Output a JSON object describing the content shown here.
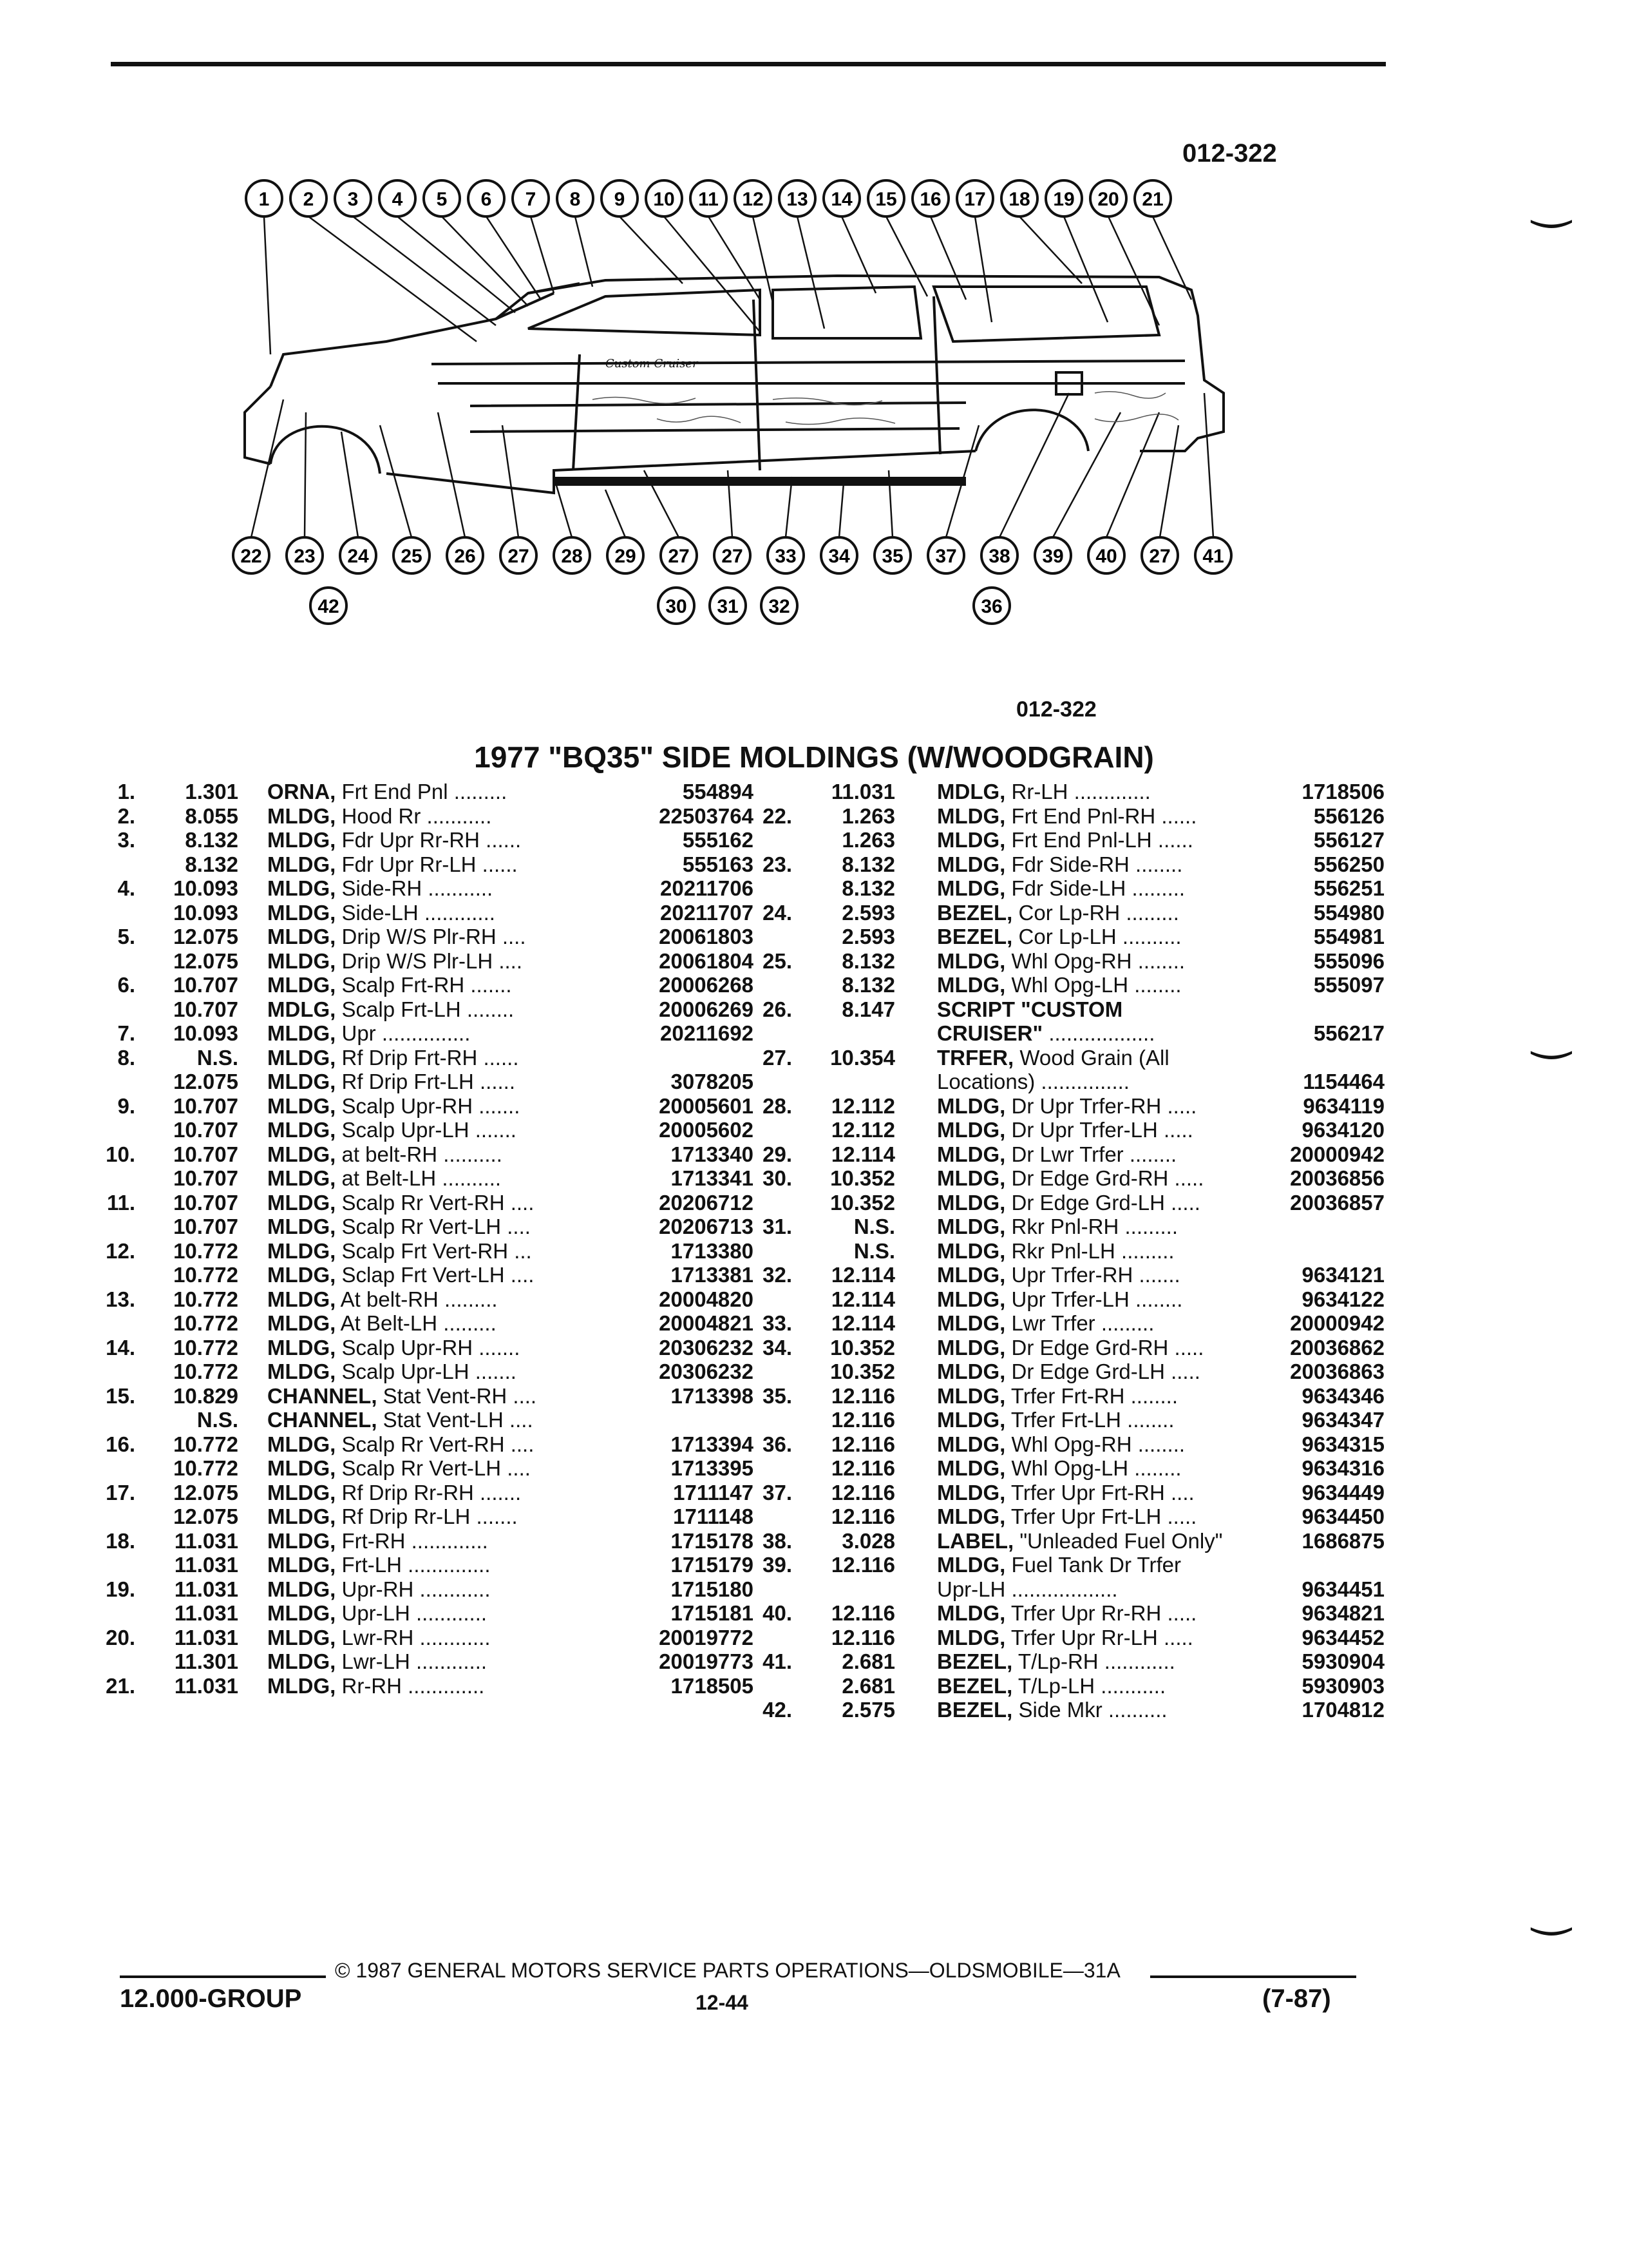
{
  "figure": {
    "code_top": "012-322",
    "code_bottom": "012-322",
    "callouts_top": [
      "1",
      "2",
      "3",
      "4",
      "5",
      "6",
      "7",
      "8",
      "9",
      "10",
      "11",
      "12",
      "13",
      "14",
      "15",
      "16",
      "17",
      "18",
      "19",
      "20",
      "21"
    ],
    "callouts_bottom": [
      "22",
      "23",
      "24",
      "25",
      "26",
      "27",
      "28",
      "29",
      "27",
      "27",
      "33",
      "34",
      "35",
      "37",
      "38",
      "39",
      "40",
      "27",
      "41"
    ],
    "callouts_bottom2": [
      "42",
      "30",
      "31",
      "32",
      "36"
    ],
    "script_text": "Custom Cruiser"
  },
  "title": "1977 \"BQ35\" SIDE MOLDINGS (W/WOODGRAIN)",
  "left_rows": [
    {
      "item": "1.",
      "group": "1.301",
      "name": "ORNA,",
      "rest": " Frt End Pnl .........",
      "pn": "554894"
    },
    {
      "item": "2.",
      "group": "8.055",
      "name": "MLDG,",
      "rest": " Hood Rr ...........",
      "pn": "22503764"
    },
    {
      "item": "3.",
      "group": "8.132",
      "name": "MLDG,",
      "rest": " Fdr Upr Rr-RH ......",
      "pn": "555162"
    },
    {
      "item": "",
      "group": "8.132",
      "name": "MLDG,",
      "rest": " Fdr Upr Rr-LH ......",
      "pn": "555163"
    },
    {
      "item": "4.",
      "group": "10.093",
      "name": "MLDG,",
      "rest": " Side-RH ...........",
      "pn": "20211706"
    },
    {
      "item": "",
      "group": "10.093",
      "name": "MLDG,",
      "rest": " Side-LH ............",
      "pn": "20211707"
    },
    {
      "item": "5.",
      "group": "12.075",
      "name": "MLDG,",
      "rest": " Drip W/S Plr-RH ....",
      "pn": "20061803"
    },
    {
      "item": "",
      "group": "12.075",
      "name": "MLDG,",
      "rest": " Drip W/S Plr-LH ....",
      "pn": "20061804"
    },
    {
      "item": "6.",
      "group": "10.707",
      "name": "MLDG,",
      "rest": " Scalp Frt-RH .......",
      "pn": "20006268"
    },
    {
      "item": "",
      "group": "10.707",
      "name": "MDLG,",
      "rest": " Scalp Frt-LH ........",
      "pn": "20006269"
    },
    {
      "item": "7.",
      "group": "10.093",
      "name": "MLDG,",
      "rest": " Upr ...............",
      "pn": "20211692"
    },
    {
      "item": "8.",
      "group": "N.S.",
      "name": "MLDG,",
      "rest": " Rf Drip Frt-RH ......",
      "pn": ""
    },
    {
      "item": "",
      "group": "12.075",
      "name": "MLDG,",
      "rest": " Rf Drip Frt-LH ......",
      "pn": "3078205"
    },
    {
      "item": "9.",
      "group": "10.707",
      "name": "MLDG,",
      "rest": " Scalp Upr-RH .......",
      "pn": "20005601"
    },
    {
      "item": "",
      "group": "10.707",
      "name": "MLDG,",
      "rest": " Scalp Upr-LH .......",
      "pn": "20005602"
    },
    {
      "item": "10.",
      "group": "10.707",
      "name": "MLDG,",
      "rest": " at belt-RH ..........",
      "pn": "1713340"
    },
    {
      "item": "",
      "group": "10.707",
      "name": "MLDG,",
      "rest": " at Belt-LH ..........",
      "pn": "1713341"
    },
    {
      "item": "11.",
      "group": "10.707",
      "name": "MLDG,",
      "rest": " Scalp Rr Vert-RH ....",
      "pn": "20206712"
    },
    {
      "item": "",
      "group": "10.707",
      "name": "MLDG,",
      "rest": " Scalp Rr Vert-LH ....",
      "pn": "20206713"
    },
    {
      "item": "12.",
      "group": "10.772",
      "name": "MLDG,",
      "rest": " Scalp Frt Vert-RH ...",
      "pn": "1713380"
    },
    {
      "item": "",
      "group": "10.772",
      "name": "MLDG,",
      "rest": " Sclap Frt Vert-LH ....",
      "pn": "1713381"
    },
    {
      "item": "13.",
      "group": "10.772",
      "name": "MLDG,",
      "rest": " At belt-RH .........",
      "pn": "20004820"
    },
    {
      "item": "",
      "group": "10.772",
      "name": "MLDG,",
      "rest": " At Belt-LH .........",
      "pn": "20004821"
    },
    {
      "item": "14.",
      "group": "10.772",
      "name": "MLDG,",
      "rest": " Scalp Upr-RH .......",
      "pn": "20306232"
    },
    {
      "item": "",
      "group": "10.772",
      "name": "MLDG,",
      "rest": " Scalp Upr-LH .......",
      "pn": "20306232"
    },
    {
      "item": "15.",
      "group": "10.829",
      "name": "CHANNEL,",
      "rest": " Stat Vent-RH ....",
      "pn": "1713398"
    },
    {
      "item": "",
      "group": "N.S.",
      "name": "CHANNEL,",
      "rest": " Stat Vent-LH ....",
      "pn": ""
    },
    {
      "item": "16.",
      "group": "10.772",
      "name": "MLDG,",
      "rest": " Scalp Rr Vert-RH ....",
      "pn": "1713394"
    },
    {
      "item": "",
      "group": "10.772",
      "name": "MLDG,",
      "rest": " Scalp Rr Vert-LH ....",
      "pn": "1713395"
    },
    {
      "item": "17.",
      "group": "12.075",
      "name": "MLDG,",
      "rest": " Rf Drip Rr-RH .......",
      "pn": "1711147"
    },
    {
      "item": "",
      "group": "12.075",
      "name": "MLDG,",
      "rest": " Rf Drip Rr-LH .......",
      "pn": "1711148"
    },
    {
      "item": "18.",
      "group": "11.031",
      "name": "MLDG,",
      "rest": " Frt-RH .............",
      "pn": "1715178"
    },
    {
      "item": "",
      "group": "11.031",
      "name": "MLDG,",
      "rest": " Frt-LH ..............",
      "pn": "1715179"
    },
    {
      "item": "19.",
      "group": "11.031",
      "name": "MLDG,",
      "rest": " Upr-RH ............",
      "pn": "1715180"
    },
    {
      "item": "",
      "group": "11.031",
      "name": "MLDG,",
      "rest": " Upr-LH ............",
      "pn": "1715181"
    },
    {
      "item": "20.",
      "group": "11.031",
      "name": "MLDG,",
      "rest": " Lwr-RH ............",
      "pn": "20019772"
    },
    {
      "item": "",
      "group": "11.301",
      "name": "MLDG,",
      "rest": " Lwr-LH ............",
      "pn": "20019773"
    },
    {
      "item": "21.",
      "group": "11.031",
      "name": "MLDG,",
      "rest": " Rr-RH .............",
      "pn": "1718505"
    }
  ],
  "right_rows": [
    {
      "item": "",
      "group": "11.031",
      "name": "MDLG,",
      "rest": " Rr-LH .............",
      "pn": "1718506"
    },
    {
      "item": "22.",
      "group": "1.263",
      "name": "MLDG,",
      "rest": " Frt End Pnl-RH ......",
      "pn": "556126"
    },
    {
      "item": "",
      "group": "1.263",
      "name": "MLDG,",
      "rest": " Frt End Pnl-LH ......",
      "pn": "556127"
    },
    {
      "item": "23.",
      "group": "8.132",
      "name": "MLDG,",
      "rest": " Fdr Side-RH ........",
      "pn": "556250"
    },
    {
      "item": "",
      "group": "8.132",
      "name": "MLDG,",
      "rest": " Fdr Side-LH .........",
      "pn": "556251"
    },
    {
      "item": "24.",
      "group": "2.593",
      "name": "BEZEL,",
      "rest": " Cor Lp-RH .........",
      "pn": "554980"
    },
    {
      "item": "",
      "group": "2.593",
      "name": "BEZEL,",
      "rest": " Cor Lp-LH ..........",
      "pn": "554981"
    },
    {
      "item": "25.",
      "group": "8.132",
      "name": "MLDG,",
      "rest": " Whl Opg-RH ........",
      "pn": "555096"
    },
    {
      "item": "",
      "group": "8.132",
      "name": "MLDG,",
      "rest": " Whl Opg-LH ........",
      "pn": "555097"
    },
    {
      "item": "26.",
      "group": "8.147",
      "name": "SCRIPT \"CUSTOM",
      "rest": "",
      "pn": ""
    },
    {
      "item": "",
      "group": "",
      "name": "CRUISER\"",
      "rest": " ..................",
      "pn": "556217"
    },
    {
      "item": "27.",
      "group": "10.354",
      "name": "TRFER,",
      "rest": " Wood Grain (All",
      "pn": ""
    },
    {
      "item": "",
      "group": "",
      "name": "",
      "rest": "Locations) ...............",
      "pn": "1154464"
    },
    {
      "item": "28.",
      "group": "12.112",
      "name": "MLDG,",
      "rest": " Dr Upr Trfer-RH .....",
      "pn": "9634119"
    },
    {
      "item": "",
      "group": "12.112",
      "name": "MLDG,",
      "rest": " Dr Upr Trfer-LH .....",
      "pn": "9634120"
    },
    {
      "item": "29.",
      "group": "12.114",
      "name": "MLDG,",
      "rest": " Dr Lwr Trfer ........",
      "pn": "20000942"
    },
    {
      "item": "30.",
      "group": "10.352",
      "name": "MLDG,",
      "rest": " Dr Edge Grd-RH .....",
      "pn": "20036856"
    },
    {
      "item": "",
      "group": "10.352",
      "name": "MLDG,",
      "rest": " Dr Edge Grd-LH .....",
      "pn": "20036857"
    },
    {
      "item": "31.",
      "group": "N.S.",
      "name": "MLDG,",
      "rest": " Rkr Pnl-RH .........",
      "pn": ""
    },
    {
      "item": "",
      "group": "N.S.",
      "name": "MLDG,",
      "rest": " Rkr Pnl-LH .........",
      "pn": ""
    },
    {
      "item": "32.",
      "group": "12.114",
      "name": "MLDG,",
      "rest": " Upr Trfer-RH .......",
      "pn": "9634121"
    },
    {
      "item": "",
      "group": "12.114",
      "name": "MLDG,",
      "rest": " Upr Trfer-LH ........",
      "pn": "9634122"
    },
    {
      "item": "33.",
      "group": "12.114",
      "name": "MLDG,",
      "rest": " Lwr Trfer .........",
      "pn": "20000942"
    },
    {
      "item": "34.",
      "group": "10.352",
      "name": "MLDG,",
      "rest": " Dr Edge Grd-RH .....",
      "pn": "20036862"
    },
    {
      "item": "",
      "group": "10.352",
      "name": "MLDG,",
      "rest": " Dr Edge Grd-LH .....",
      "pn": "20036863"
    },
    {
      "item": "35.",
      "group": "12.116",
      "name": "MLDG,",
      "rest": " Trfer Frt-RH ........",
      "pn": "9634346"
    },
    {
      "item": "",
      "group": "12.116",
      "name": "MLDG,",
      "rest": " Trfer Frt-LH ........",
      "pn": "9634347"
    },
    {
      "item": "36.",
      "group": "12.116",
      "name": "MLDG,",
      "rest": " Whl Opg-RH ........",
      "pn": "9634315"
    },
    {
      "item": "",
      "group": "12.116",
      "name": "MLDG,",
      "rest": " Whl Opg-LH ........",
      "pn": "9634316"
    },
    {
      "item": "37.",
      "group": "12.116",
      "name": "MLDG,",
      "rest": " Trfer Upr Frt-RH ....",
      "pn": "9634449"
    },
    {
      "item": "",
      "group": "12.116",
      "name": "MLDG,",
      "rest": " Trfer Upr Frt-LH .....",
      "pn": "9634450"
    },
    {
      "item": "38.",
      "group": "3.028",
      "name": "LABEL,",
      "rest": " \"Unleaded Fuel Only\"",
      "pn": "1686875"
    },
    {
      "item": "39.",
      "group": "12.116",
      "name": "MLDG,",
      "rest": " Fuel Tank Dr Trfer",
      "pn": ""
    },
    {
      "item": "",
      "group": "",
      "name": "",
      "rest": "Upr-LH ..................",
      "pn": "9634451"
    },
    {
      "item": "40.",
      "group": "12.116",
      "name": "MLDG,",
      "rest": " Trfer Upr Rr-RH .....",
      "pn": "9634821"
    },
    {
      "item": "",
      "group": "12.116",
      "name": "MLDG,",
      "rest": " Trfer Upr Rr-LH .....",
      "pn": "9634452"
    },
    {
      "item": "41.",
      "group": "2.681",
      "name": "BEZEL,",
      "rest": " T/Lp-RH ............",
      "pn": "5930904"
    },
    {
      "item": "",
      "group": "2.681",
      "name": "BEZEL,",
      "rest": " T/Lp-LH ...........",
      "pn": "5930903"
    },
    {
      "item": "42.",
      "group": "2.575",
      "name": "BEZEL,",
      "rest": " Side Mkr ..........",
      "pn": "1704812"
    }
  ],
  "footer": {
    "copyright": "© 1987 GENERAL MOTORS SERVICE PARTS OPERATIONS—OLDSMOBILE—31A",
    "group": "12.000-GROUP",
    "page": "12-44",
    "date": "(7-87)"
  }
}
